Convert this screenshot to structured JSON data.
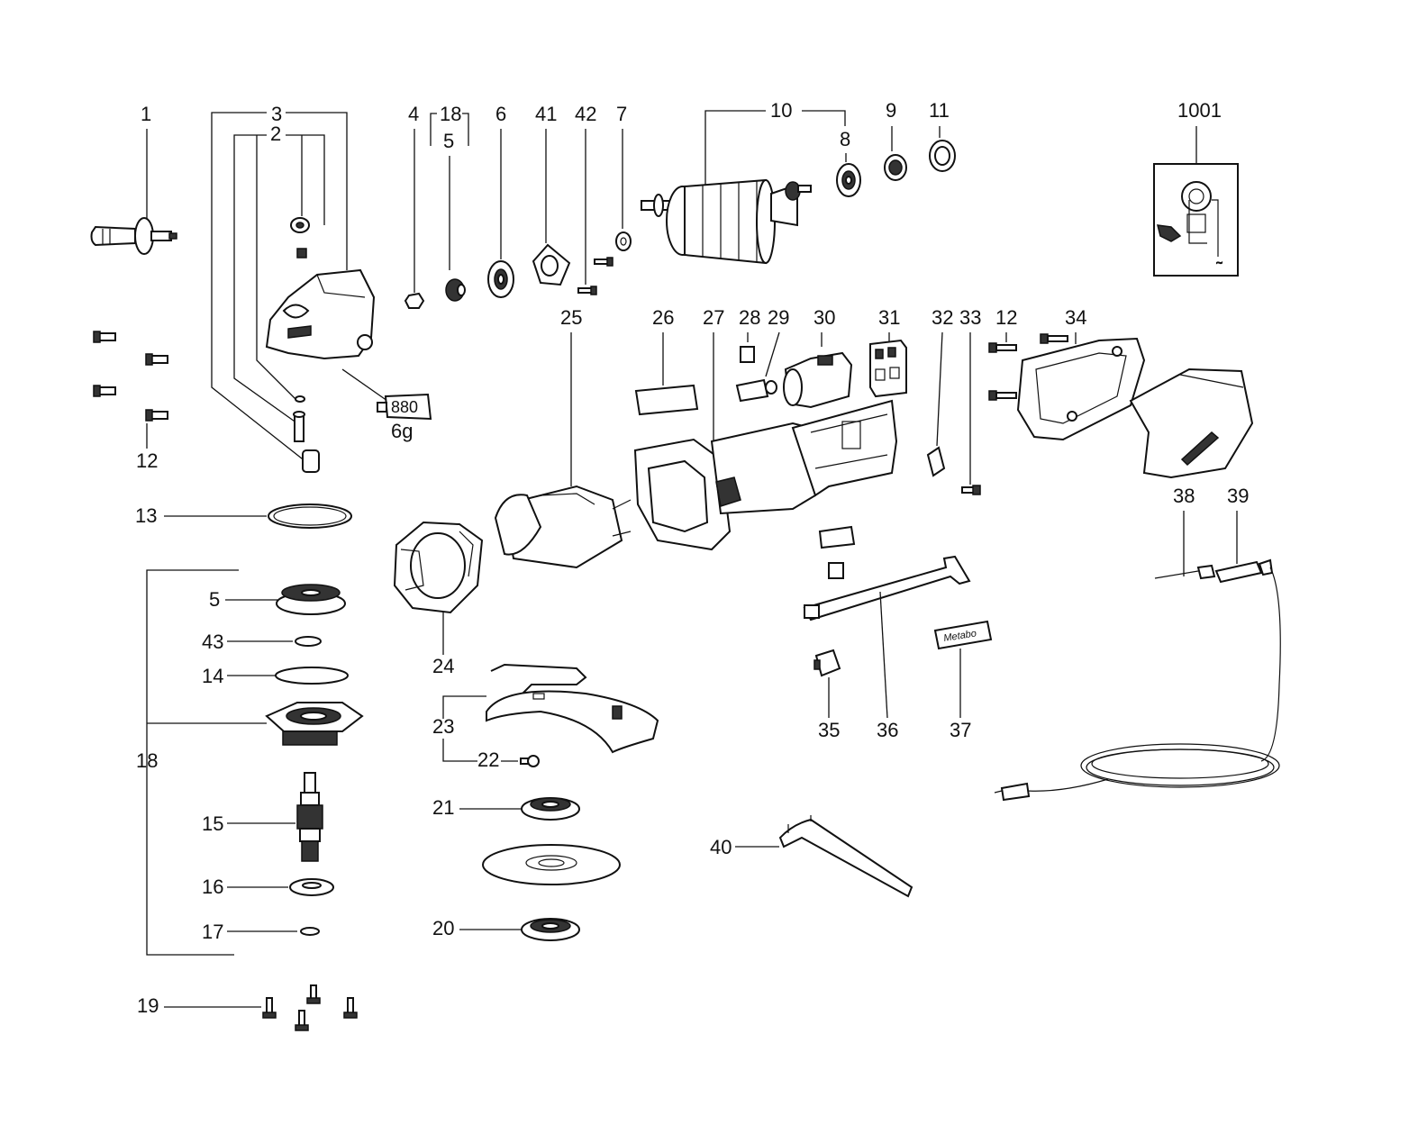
{
  "diagram": {
    "labels": {
      "p1": "1",
      "p2": "2",
      "p3": "3",
      "p4": "4",
      "p5a": "5",
      "p5b": "5",
      "p6": "6",
      "p7": "7",
      "p8": "8",
      "p9": "9",
      "p10": "10",
      "p11": "11",
      "p12a": "12",
      "p12b": "12",
      "p13": "13",
      "p14": "14",
      "p15": "15",
      "p16": "16",
      "p17": "17",
      "p18a": "18",
      "p18b": "18",
      "p19": "19",
      "p20": "20",
      "p21": "21",
      "p22": "22",
      "p23": "23",
      "p24": "24",
      "p25": "25",
      "p26": "26",
      "p27": "27",
      "p28": "28",
      "p29": "29",
      "p30": "30",
      "p31": "31",
      "p32": "32",
      "p33": "33",
      "p34": "34",
      "p35": "35",
      "p36": "36",
      "p37": "37",
      "p38": "38",
      "p39": "39",
      "p40": "40",
      "p41": "41",
      "p42": "42",
      "p43": "43",
      "p1001": "1001"
    },
    "grease_tube": {
      "code": "880",
      "amount": "6g"
    },
    "brand_label": "Metabo"
  }
}
